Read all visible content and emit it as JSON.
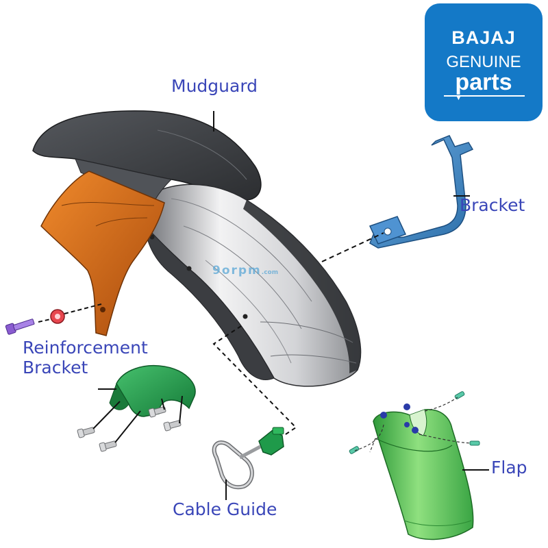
{
  "logo": {
    "brand": "BAJAJ",
    "line2": "GENUINE",
    "line3": "parts",
    "background": "#1479c7"
  },
  "watermark": {
    "text": "9orpm",
    "suffix": ".com"
  },
  "labels": {
    "mudguard": "Mudguard",
    "bracket": "Bracket",
    "reinforcement_line1": "Reinforcement",
    "reinforcement_line2": "Bracket",
    "cable_guide": "Cable Guide",
    "flap": "Flap"
  },
  "colors": {
    "label": "#3a46b8",
    "mudguard": "#3c3f43",
    "mudguard_side": "#c9cacd",
    "reinforcement": "#d86a17",
    "bracket": "#3d86c8",
    "cable_guide_grommet": "#1f9a4a",
    "flap": "#5cc24e",
    "reinforcement_cap": "#22934d"
  }
}
